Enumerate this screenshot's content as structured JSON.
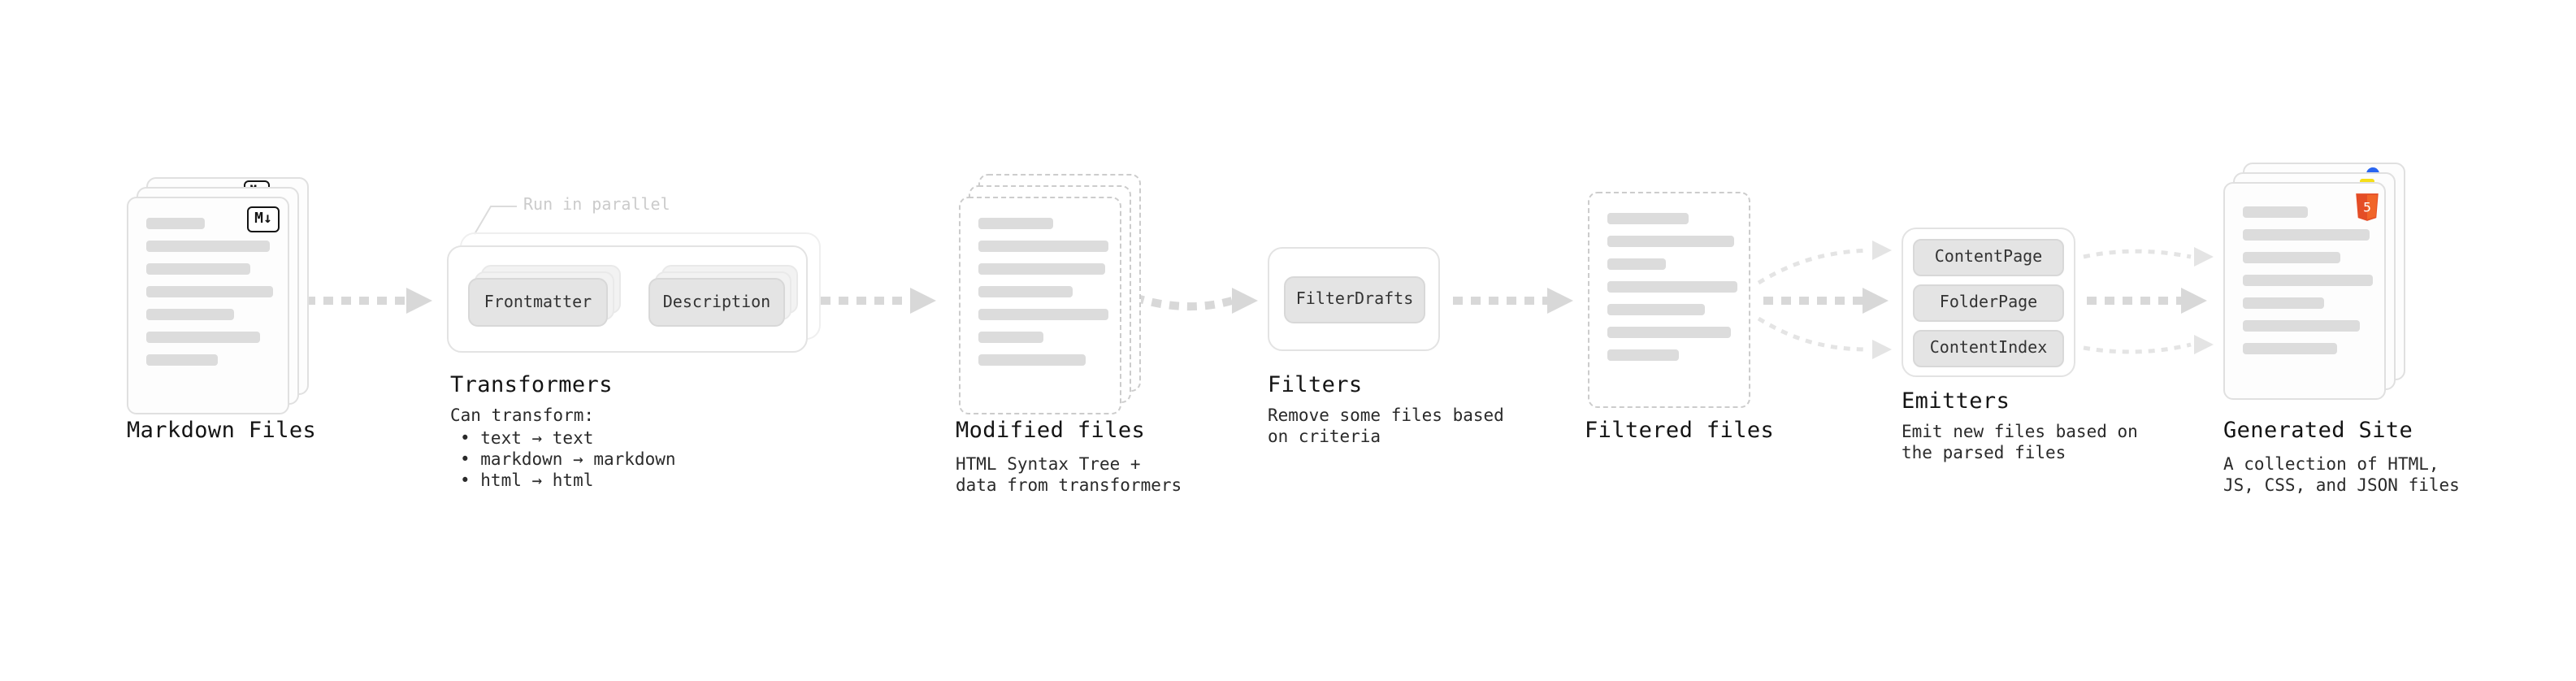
{
  "diagram": {
    "markdown_files": {
      "label": "Markdown Files",
      "badge": "M↓"
    },
    "transformers": {
      "label": "Transformers",
      "annotation": "Run in parallel",
      "buttons": [
        "Frontmatter",
        "Description"
      ],
      "description_title": "Can transform:",
      "bullets": [
        "• text → text",
        "• markdown → markdown",
        "• html → html"
      ]
    },
    "modified_files": {
      "label": "Modified files",
      "description": "HTML Syntax Tree +\ndata from transformers"
    },
    "filters": {
      "label": "Filters",
      "buttons": [
        "FilterDrafts"
      ],
      "description": "Remove some files based\non criteria"
    },
    "filtered_files": {
      "label": "Filtered files"
    },
    "emitters": {
      "label": "Emitters",
      "buttons": [
        "ContentPage",
        "FolderPage",
        "ContentIndex"
      ],
      "description": "Emit new files based on\nthe parsed files"
    },
    "generated_site": {
      "label": "Generated Site",
      "description": "A collection of HTML,\nJS, CSS, and JSON files",
      "html5_badge_text": "5"
    }
  },
  "colors": {
    "arrow": "#d8d8d8",
    "arrow_light": "#e4e4e4",
    "bar": "#dcdcdc",
    "pill_bg": "#e4e4e4",
    "text": "#141414",
    "muted_text": "#cbcbcb",
    "html5_orange": "#e44d26",
    "js_yellow": "#f5de19",
    "css_blue": "#2965f1"
  }
}
